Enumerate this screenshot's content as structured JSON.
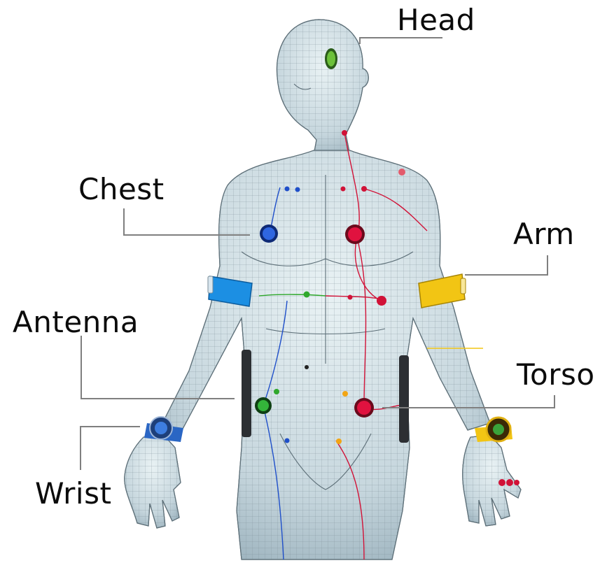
{
  "labels": {
    "head": "Head",
    "chest": "Chest",
    "arm": "Arm",
    "antenna": "Antenna",
    "torso": "Torso",
    "wrist": "Wrist"
  },
  "sensor_colors": {
    "head": "#4caa2a",
    "chest": "#1f4fc9",
    "arm_band": "#f2c514",
    "torso": "#d11237",
    "wrist_left": "#2a66c4",
    "wrist_right": "#f2c514",
    "upper_arm_band": "#1c8fe3",
    "hip_left": "#27a52d"
  },
  "icons": [
    "head-sensor-icon",
    "chest-sensor-icon",
    "arm-band-icon",
    "antenna-icon",
    "torso-sensor-icon",
    "wrist-sensor-icon"
  ]
}
